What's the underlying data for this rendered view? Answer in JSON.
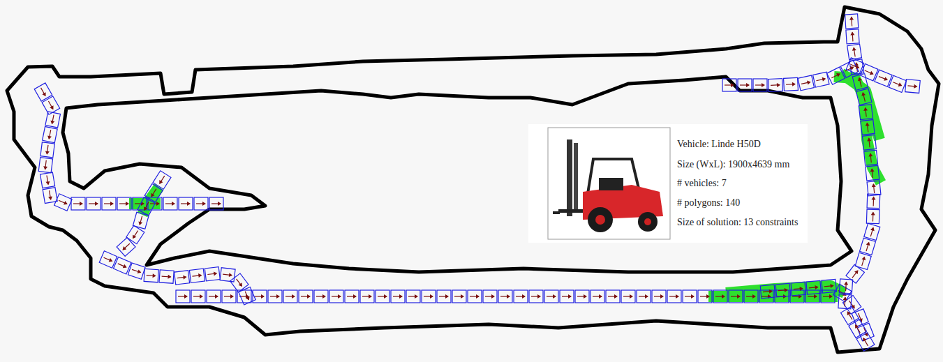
{
  "diagram": {
    "nodes": [
      {
        "text": [
          "Vehicle: Linde H50D",
          "Size (WxL): 1900x4639 mm",
          "# vehicles: 7",
          "# polygons: 140",
          "Size of solution: 13 constraints"
        ]
      }
    ]
  }
}
